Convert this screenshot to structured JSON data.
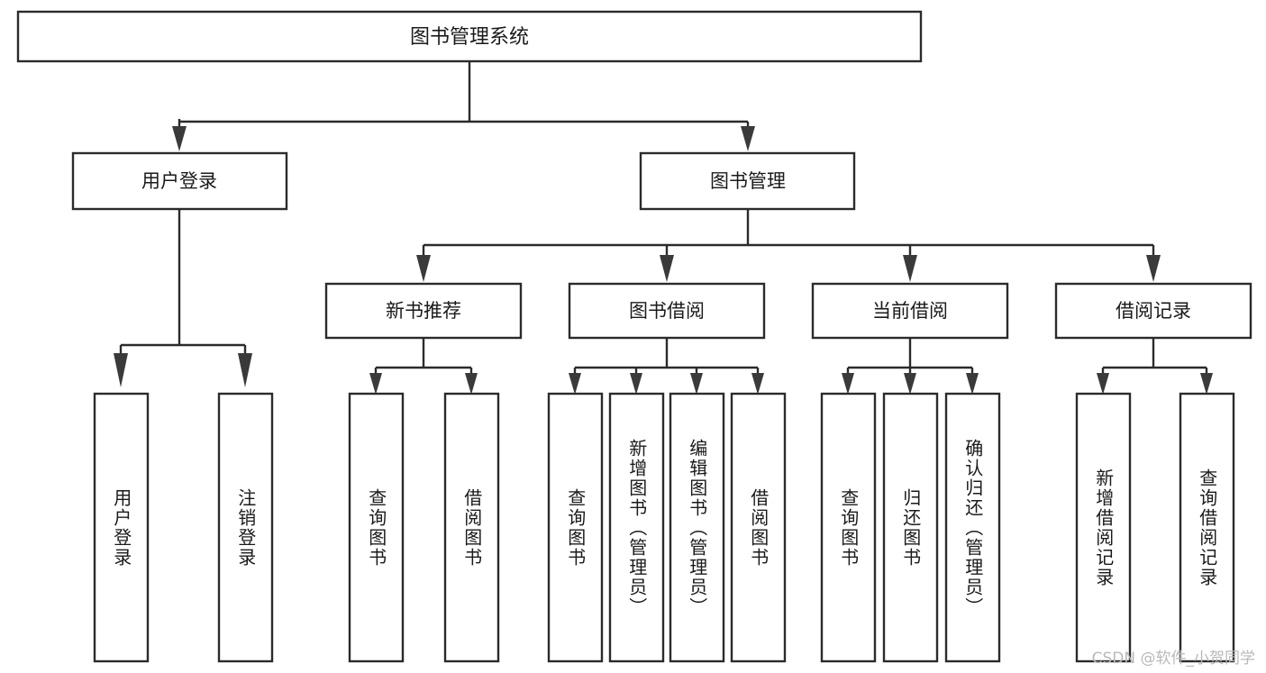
{
  "diagram": {
    "type": "tree",
    "title": "图书管理系统",
    "root": {
      "id": "root",
      "label": "图书管理系统",
      "orientation": "horizontal"
    },
    "level2": [
      {
        "id": "user-login",
        "label": "用户登录",
        "orientation": "horizontal"
      },
      {
        "id": "book-manage",
        "label": "图书管理",
        "orientation": "horizontal"
      }
    ],
    "level3": [
      {
        "id": "new-book-recommend",
        "label": "新书推荐",
        "orientation": "horizontal",
        "parent": "book-manage"
      },
      {
        "id": "book-borrow",
        "label": "图书借阅",
        "orientation": "horizontal",
        "parent": "book-manage"
      },
      {
        "id": "current-borrow",
        "label": "当前借阅",
        "orientation": "horizontal",
        "parent": "book-manage"
      },
      {
        "id": "borrow-record",
        "label": "借阅记录",
        "orientation": "horizontal",
        "parent": "book-manage"
      }
    ],
    "leaves": [
      {
        "id": "leaf-user-login",
        "label": "用户登录",
        "orientation": "vertical",
        "parent": "user-login"
      },
      {
        "id": "leaf-user-logout",
        "label": "注销登录",
        "orientation": "vertical",
        "parent": "user-login"
      },
      {
        "id": "leaf-query-book-1",
        "label": "查询图书",
        "orientation": "vertical",
        "parent": "new-book-recommend"
      },
      {
        "id": "leaf-borrow-book-1",
        "label": "借阅图书",
        "orientation": "vertical",
        "parent": "new-book-recommend"
      },
      {
        "id": "leaf-query-book-2",
        "label": "查询图书",
        "orientation": "vertical",
        "parent": "book-borrow"
      },
      {
        "id": "leaf-add-book",
        "label": "新增图书（管理员）",
        "orientation": "vertical",
        "parent": "book-borrow"
      },
      {
        "id": "leaf-edit-book",
        "label": "编辑图书（管理员）",
        "orientation": "vertical",
        "parent": "book-borrow"
      },
      {
        "id": "leaf-borrow-book-2",
        "label": "借阅图书",
        "orientation": "vertical",
        "parent": "book-borrow"
      },
      {
        "id": "leaf-query-book-3",
        "label": "查询图书",
        "orientation": "vertical",
        "parent": "current-borrow"
      },
      {
        "id": "leaf-return-book",
        "label": "归还图书",
        "orientation": "vertical",
        "parent": "current-borrow"
      },
      {
        "id": "leaf-confirm-return",
        "label": "确认归还（管理员）",
        "orientation": "vertical",
        "parent": "current-borrow"
      },
      {
        "id": "leaf-add-record",
        "label": "新增借阅记录",
        "orientation": "vertical",
        "parent": "borrow-record"
      },
      {
        "id": "leaf-query-record",
        "label": "查询借阅记录",
        "orientation": "vertical",
        "parent": "borrow-record"
      }
    ]
  },
  "watermark": {
    "text": "CSDN @软件_小贺同学"
  },
  "colors": {
    "box_stroke": "#2b2b2b",
    "box_fill": "#ffffff",
    "text": "#1a1a1a",
    "watermark": "#b9b9b9",
    "background": "#ffffff"
  }
}
